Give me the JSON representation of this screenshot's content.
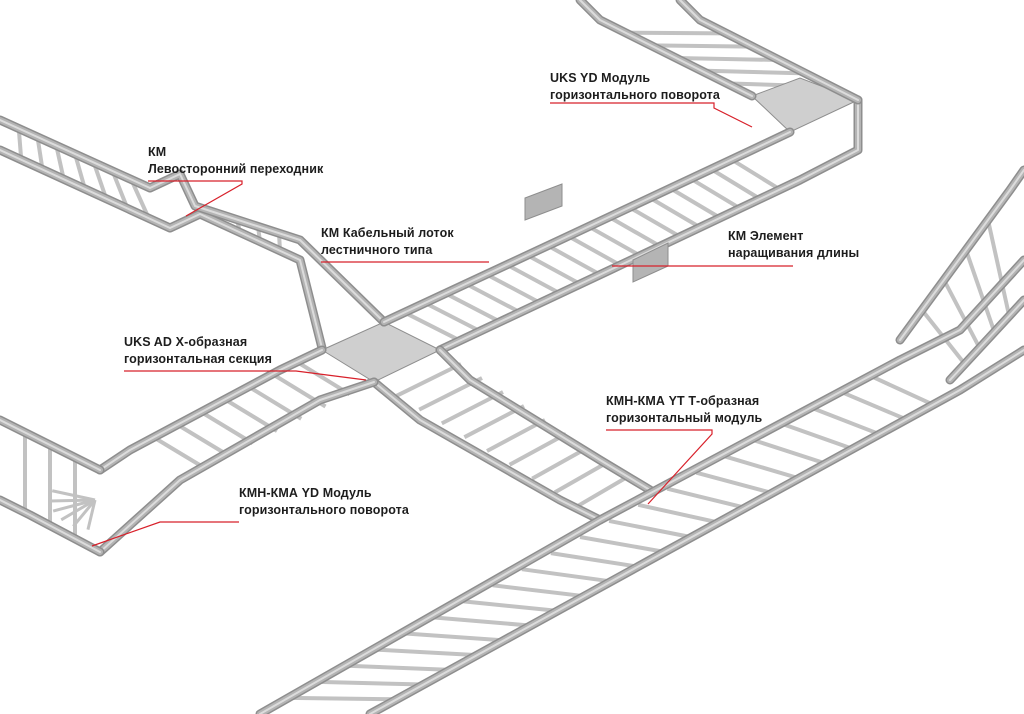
{
  "diagram": {
    "labels": [
      {
        "id": "km-left-adapter",
        "line1": "КМ",
        "line2": "Левосторонний переходник"
      },
      {
        "id": "uks-yd-top",
        "line1": "UKS YD Модуль",
        "line2": "горизонтального поворота"
      },
      {
        "id": "km-ladder-tray",
        "line1": "КМ Кабельный лоток",
        "line2": "лестничного типа"
      },
      {
        "id": "km-extension",
        "line1": "КМ Элемент",
        "line2": "наращивания длины"
      },
      {
        "id": "uks-ad-x",
        "line1": "UKS AD X-образная",
        "line2": "горизонтальная секция"
      },
      {
        "id": "kmh-kma-yt",
        "line1": "КМН-КМА YT Т-образная",
        "line2": "горизонтальный модуль"
      },
      {
        "id": "kmh-kma-yd",
        "line1": "КМН-КМА YD Модуль",
        "line2": "горизонтального поворота"
      }
    ],
    "colors": {
      "tray_dark": "#8e8e8e",
      "tray_mid": "#b4b4b4",
      "tray_light": "#dcdcdc",
      "rung": "#c2c2c2",
      "plate": "#cfcfcf",
      "leader": "#d8202a",
      "text": "#1d1d1d"
    }
  }
}
